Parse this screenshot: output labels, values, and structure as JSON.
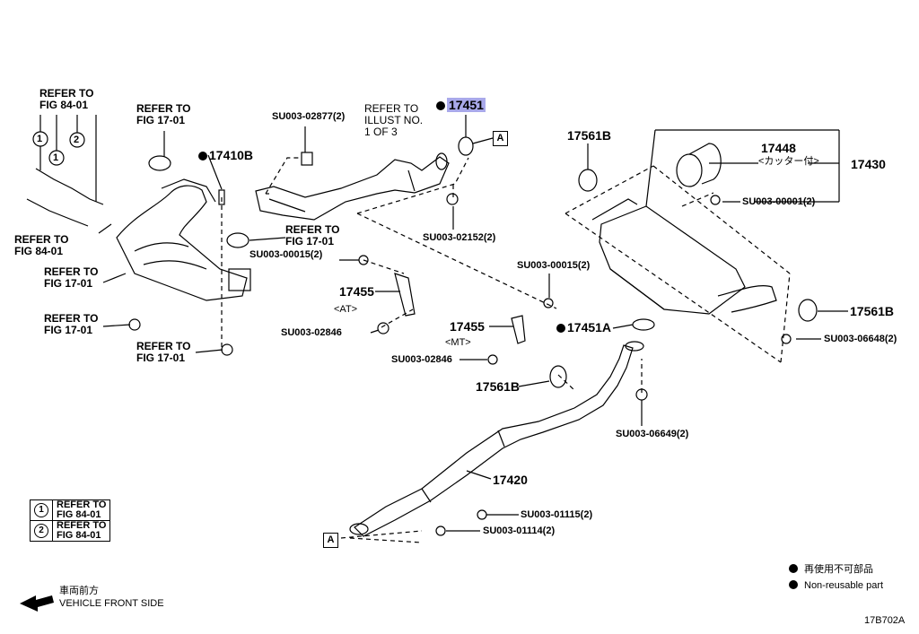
{
  "diagram": {
    "code": "17B702A",
    "highlight_part": "17451",
    "parts": {
      "p17451": "17451",
      "p17410B": "17410B",
      "p17561B_top": "17561B",
      "p17448": "17448",
      "p17448_note": "<カッター付>",
      "p17430": "17430",
      "p17455_at": "17455",
      "at": "<AT>",
      "p17455_mt": "17455",
      "mt": "<MT>",
      "p17451A": "17451A",
      "p17561B_right": "17561B",
      "p17561B_mid": "17561B",
      "p17420": "17420"
    },
    "fasteners": {
      "f1": "SU003-02877(2)",
      "f2": "SU003-02152(2)",
      "f3": "SU003-00001(2)",
      "f4": "SU003-00015(2)",
      "f5": "SU003-00015(2)",
      "f6": "SU003-02846",
      "f7": "SU003-02846",
      "f8": "SU003-06648(2)",
      "f9": "SU003-06649(2)",
      "f10": "SU003-01115(2)",
      "f11": "SU003-01114(2)"
    },
    "refs": {
      "r1": "REFER TO\nFIG 84-01",
      "r2": "REFER TO\nFIG 17-01",
      "r3": "REFER TO\nILLUST NO.\n1 OF 3",
      "r4": "REFER TO\nFIG 84-01",
      "r5": "REFER TO\nFIG 17-01",
      "r6": "REFER TO\nFIG 17-01",
      "r7": "REFER TO\nFIG 17-01",
      "r8": "REFER TO\nFIG 17-01"
    },
    "callouts": {
      "c1": "1",
      "c2": "1",
      "c3": "2"
    },
    "box_a": "A",
    "legend": {
      "rows": [
        {
          "num": "1",
          "text": "REFER TO\nFIG 84-01"
        },
        {
          "num": "2",
          "text": "REFER TO\nFIG 84-01"
        }
      ]
    },
    "front": {
      "jp": "車両前方",
      "en": "VEHICLE FRONT SIDE"
    },
    "key": {
      "jp": "再使用不可部品",
      "en": "Non-reusable part"
    }
  }
}
